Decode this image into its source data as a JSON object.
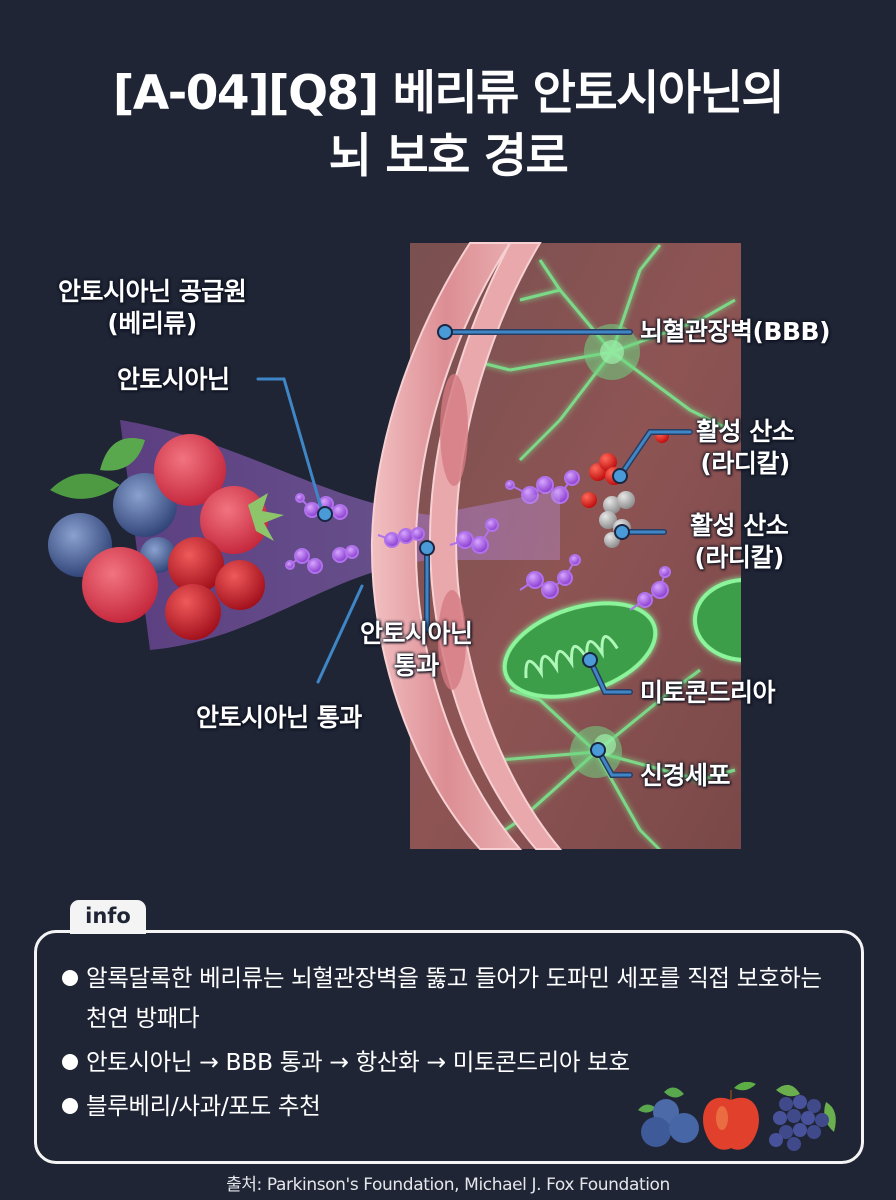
{
  "title": {
    "line1": "[A-04][Q8] 베리류 안토시아닌의",
    "line2": "뇌 보호 경로"
  },
  "colors": {
    "background": "#1f2535",
    "callout_line": "#3f86c6",
    "callout_dot": "#4a9ad8",
    "molecule": "#9b4fd8",
    "neuron_glow": "#5fe07a",
    "vessel_wall": "#e8a0a4",
    "radical_red": "#d81e1e",
    "radical_gray": "#b8b8b8"
  },
  "diagram": {
    "labels": {
      "source_line1": "안토시아닌 공급원",
      "source_line2": "(베리류)",
      "anthocyanin": "안토시아닌",
      "passage_left": "안토시아닌 통과",
      "passage_center_line1": "안토시아닌",
      "passage_center_line2": "통과",
      "bbb": "뇌혈관장벽(BBB)",
      "ros1_line1": "활성 산소",
      "ros1_line2": "(라디칼)",
      "ros2_line1": "활성 산소",
      "ros2_line2": "(라디칼)",
      "mitochondria": "미토콘드리아",
      "neuron": "신경세포"
    },
    "icons": [
      "berries-illustration",
      "molecule-icon",
      "vessel-wall-illustration",
      "neuron-illustration",
      "mitochondria-illustration",
      "radical-molecule-icon"
    ]
  },
  "info": {
    "tab_label": "info",
    "bullets": [
      "알록달록한 베리류는 뇌혈관장벽을 뚫고 들어가 도파민 세포를 직접 보호하는 천연 방패다",
      "안토시아닌 → BBB 통과 → 항산화 → 미토콘드리아 보호",
      "블루베리/사과/포도 추천"
    ],
    "fruit_icons": [
      "blueberry-icon",
      "apple-icon",
      "grape-icon"
    ]
  },
  "source": "출처: Parkinson's Foundation, Michael J. Fox Foundation"
}
